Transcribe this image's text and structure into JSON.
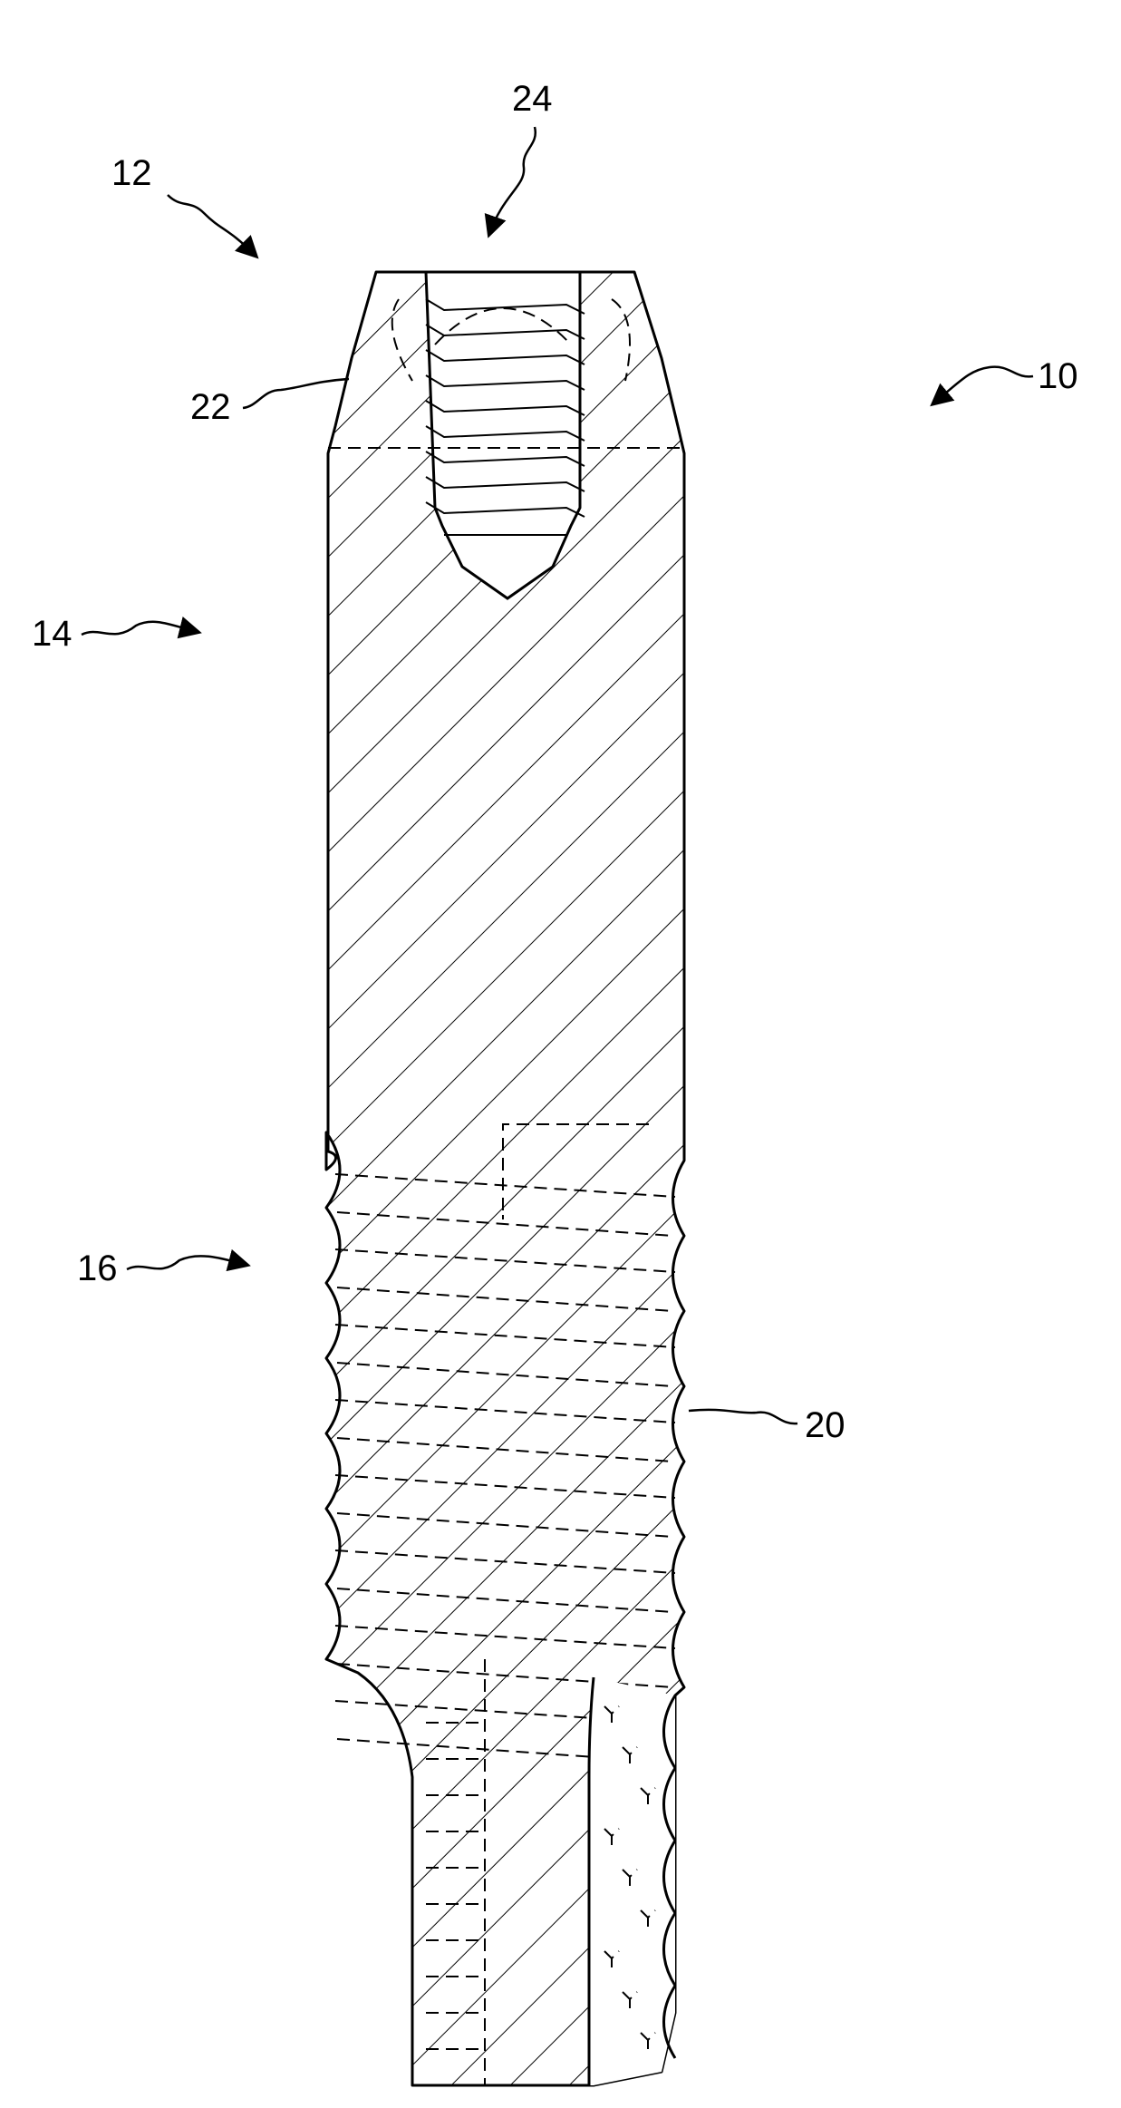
{
  "figure": {
    "labels": {
      "ref_10": "10",
      "ref_12": "12",
      "ref_14": "14",
      "ref_16": "16",
      "ref_20": "20",
      "ref_22": "22",
      "ref_24": "24"
    }
  }
}
